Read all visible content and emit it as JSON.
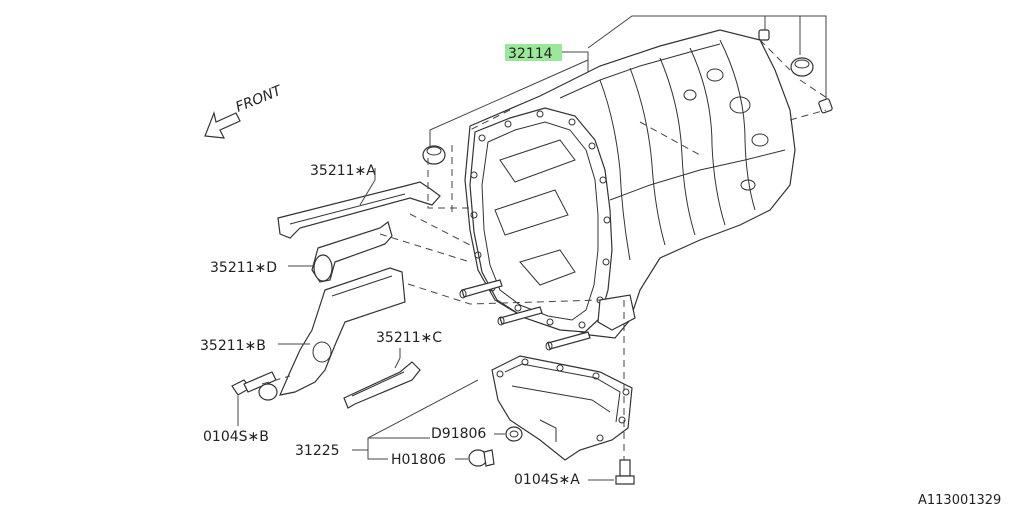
{
  "diagram": {
    "front_label": "FRONT",
    "reference": "A113001329",
    "highlight_color": "#9be89b",
    "labels": {
      "main_case": "32114",
      "part_35211a": "35211∗A",
      "part_35211d": "35211∗D",
      "part_35211b": "35211∗B",
      "part_35211c": "35211∗C",
      "bolt_b": "0104S∗B",
      "oil_pan": "31225",
      "gasket": "D91806",
      "plug": "H01806",
      "bolt_a": "0104S∗A"
    }
  }
}
